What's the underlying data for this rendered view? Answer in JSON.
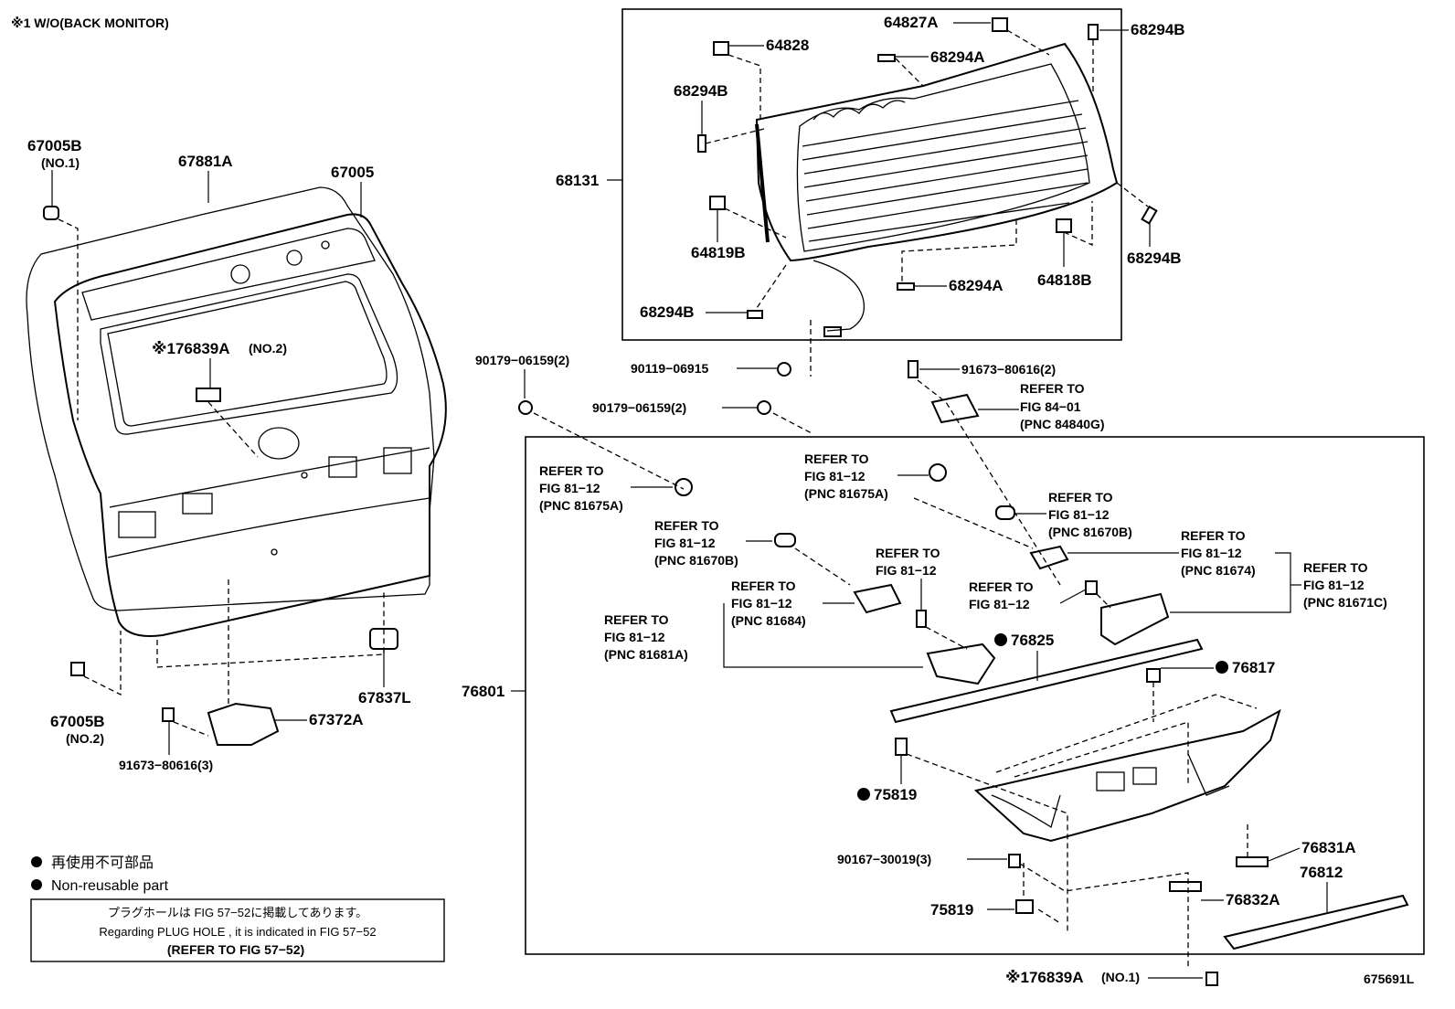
{
  "note_top": "※1 W/O(BACK MONITOR)",
  "diagram_code": "675691L",
  "legend": {
    "bullet_ja": "再使用不可部品",
    "bullet_en": "Non-reusable part",
    "plug_ja": "プラグホールは FIG 57−52に掲載してあります。",
    "plug_en": "Regarding  PLUG  HOLE , it is indicated in  FIG  57−52",
    "plug_ref": "(REFER  TO  FIG  57−52)"
  },
  "labels": {
    "p67005B_1": "67005B",
    "p67005B_1_sub": "(NO.1)",
    "p67881A": "67881A",
    "p67005": "67005",
    "p76839A_2": "※176839A",
    "p76839A_2_sub": "(NO.2)",
    "p67005B_2": "67005B",
    "p67005B_2_sub": "(NO.2)",
    "p67837L": "67837L",
    "p67372A": "67372A",
    "p91673_3": "91673−80616(3)",
    "p64827A": "64827A",
    "p68294B_a": "68294B",
    "p64828": "64828",
    "p68294A_a": "68294A",
    "p68294B_b": "68294B",
    "p68131": "68131",
    "p64819B": "64819B",
    "p68294B_c": "68294B",
    "p68294B_d": "68294B",
    "p68294A_b": "68294A",
    "p64818B": "64818B",
    "p90179_a": "90179−06159(2)",
    "p90119": "90119−06915",
    "p91673_2": "91673−80616(2)",
    "p90179_b": "90179−06159(2)",
    "p76801": "76801",
    "p76825": "76825",
    "p76817": "76817",
    "p75819_a": "75819",
    "p90167": "90167−30019(3)",
    "p75819_b": "75819",
    "p76831A": "76831A",
    "p76812": "76812",
    "p76832A": "76832A",
    "p76839A_1": "※176839A",
    "p76839A_1_sub": "(NO.1)"
  },
  "refs": {
    "r84840G": [
      "REFER  TO",
      "FIG  84−01",
      "(PNC  84840G)"
    ],
    "r81675A_l": [
      "REFER  TO",
      "FIG  81−12",
      "(PNC  81675A)"
    ],
    "r81675A_r": [
      "REFER  TO",
      "FIG  81−12",
      "(PNC  81675A)"
    ],
    "r81670B_l": [
      "REFER  TO",
      "FIG  81−12",
      "(PNC  81670B)"
    ],
    "r81670B_r": [
      "REFER  TO",
      "FIG  81−12",
      "(PNC  81670B)"
    ],
    "r81674": [
      "REFER  TO",
      "FIG  81−12",
      "(PNC  81674)"
    ],
    "r81671C": [
      "REFER  TO",
      "FIG  81−12",
      "(PNC  81671C)"
    ],
    "r81684": [
      "REFER  TO",
      "FIG  81−12",
      "(PNC  81684)"
    ],
    "r81681A": [
      "REFER  TO",
      "FIG  81−12",
      "(PNC  81681A)"
    ],
    "r_mid": [
      "REFER  TO",
      "FIG  81−12"
    ],
    "r_mid2": [
      "REFER  TO",
      "FIG  81−12"
    ]
  }
}
